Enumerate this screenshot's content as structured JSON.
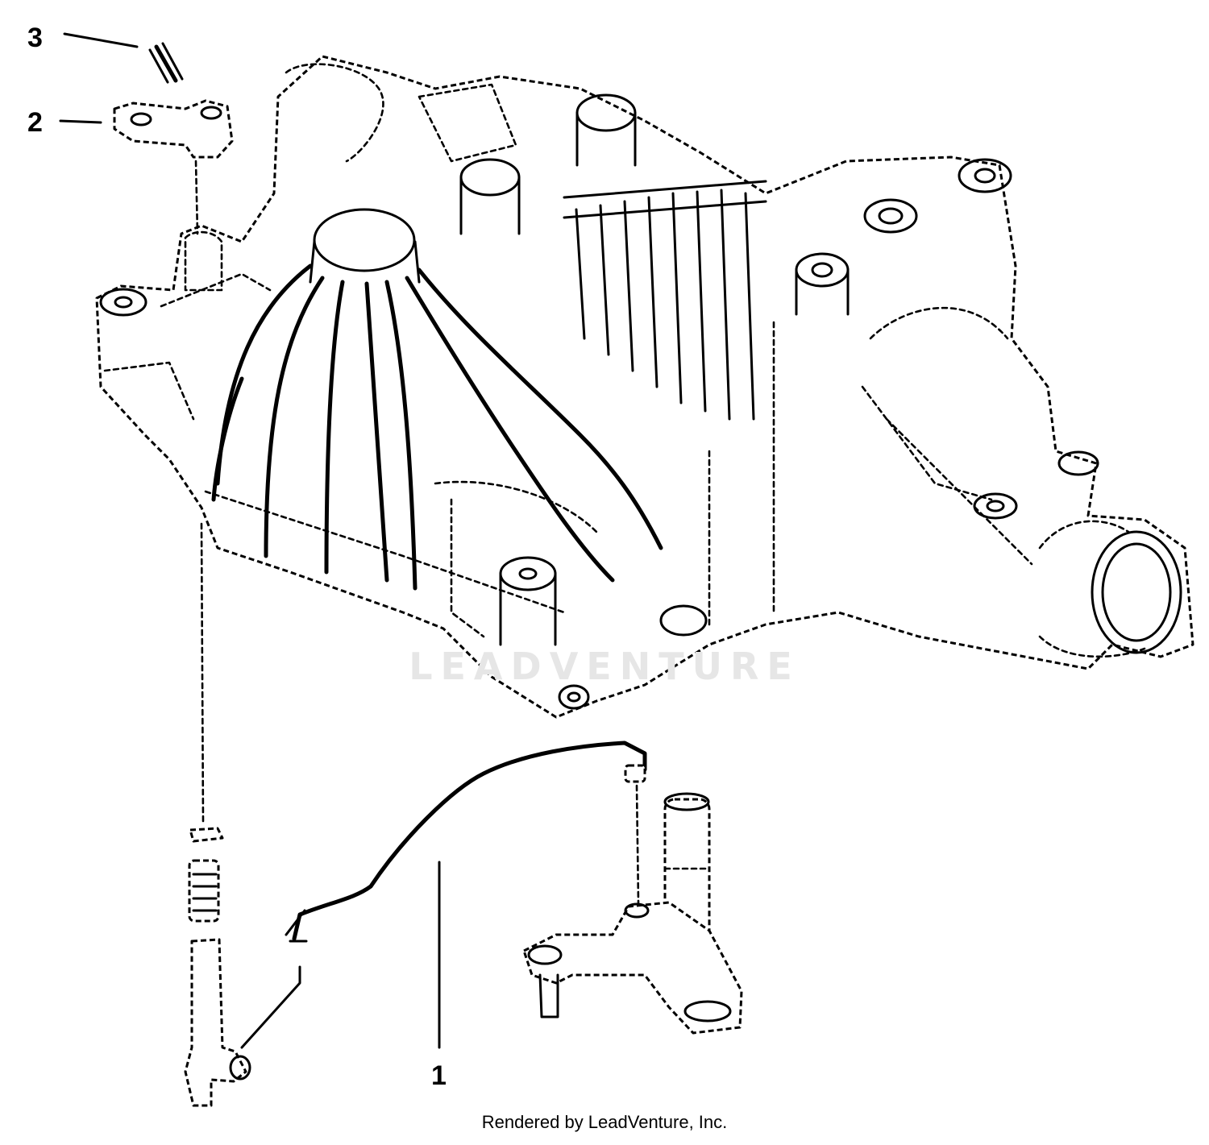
{
  "callouts": {
    "c1": "1",
    "c2": "2",
    "c3": "3"
  },
  "watermark": "LEADVENTURE",
  "credit": "Rendered by LeadVenture, Inc."
}
